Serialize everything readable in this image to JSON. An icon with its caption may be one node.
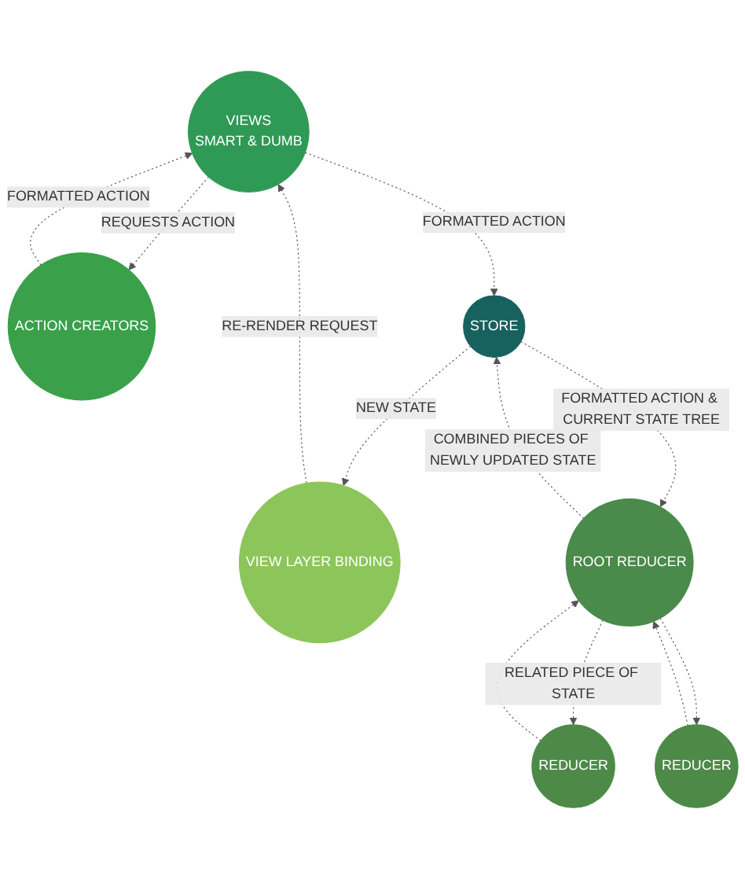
{
  "diagram": {
    "nodes": [
      {
        "text": [
          "VIEWS",
          "SMART & DUMB"
        ]
      },
      {
        "text": [
          "ACTION CREATORS"
        ]
      },
      {
        "text": [
          "VIEW LAYER BINDING"
        ]
      },
      {
        "text": [
          "STORE"
        ]
      },
      {
        "text": [
          "ROOT REDUCER"
        ]
      },
      {
        "text": [
          "REDUCER"
        ]
      },
      {
        "text": [
          "REDUCER"
        ]
      }
    ],
    "edges": [
      {
        "from": 2,
        "to": 0,
        "arrow": "to",
        "label": "RE-RENDER REQUEST",
        "style": "dashed"
      },
      {
        "from": 0,
        "to": 1,
        "arrow": "to",
        "label": "REQUESTS ACTION",
        "style": "dashed"
      },
      {
        "from": 1,
        "to": 0,
        "arrow": "to",
        "label": "FORMATTED ACTION",
        "style": "dashed"
      },
      {
        "from": 0,
        "to": 3,
        "arrow": "to",
        "label": "FORMATTED ACTION",
        "style": "dashed"
      },
      {
        "from": 3,
        "to": 2,
        "arrow": "to",
        "label": "NEW STATE",
        "style": "dashed"
      },
      {
        "from": 3,
        "to": 4,
        "arrow": "to",
        "label": "FORMATTED ACTION & CURRENT STATE TREE",
        "style": "dashed"
      },
      {
        "from": 4,
        "to": 3,
        "arrow": "to",
        "label": "COMBINED PIECES OF NEWLY UPDATED STATE",
        "style": "dashed"
      },
      {
        "from": 4,
        "to": 5,
        "arrow": "to",
        "label": "RELATED PIECE OF STATE",
        "style": "dashed"
      },
      {
        "from": 5,
        "to": 4,
        "arrow": "to",
        "style": "dashed"
      },
      {
        "from": 4,
        "to": 6,
        "arrow": "to",
        "style": "dashed"
      },
      {
        "from": 6,
        "to": 4,
        "arrow": "to",
        "style": "dashed"
      }
    ]
  }
}
